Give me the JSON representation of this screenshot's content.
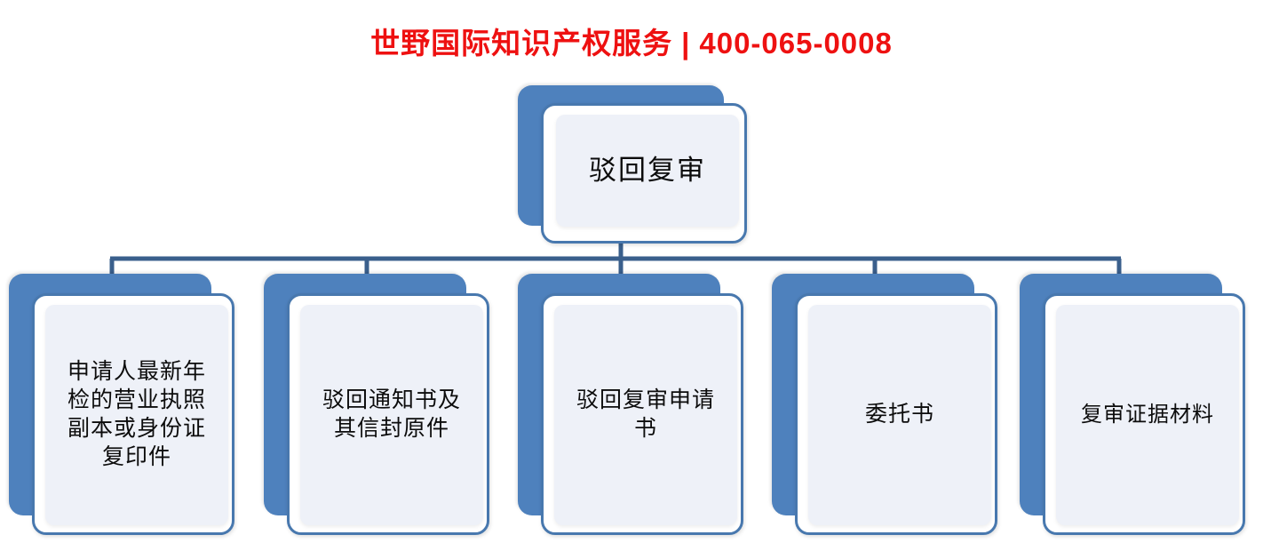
{
  "header": {
    "brand": "世野国际知识产权服务",
    "separator": "|",
    "phone": "400-065-0008",
    "color": "#ee1111"
  },
  "diagram": {
    "type": "hierarchy",
    "root": {
      "label": "驳回复审"
    },
    "children": [
      {
        "label": "申请人最新年\n检的营业执照\n副本或身份证\n复印件"
      },
      {
        "label": "驳回通知书及\n其信封原件"
      },
      {
        "label": "驳回复审申请\n书"
      },
      {
        "label": "委托书"
      },
      {
        "label": "复审证据材料"
      }
    ],
    "colors": {
      "plate": "#4e81bd",
      "card_border": "#4878ae",
      "card_fill": "#ffffff",
      "panel_fill": "#eef1f8",
      "connector": "#3a5f8c",
      "text": "#0c0c0c"
    }
  }
}
